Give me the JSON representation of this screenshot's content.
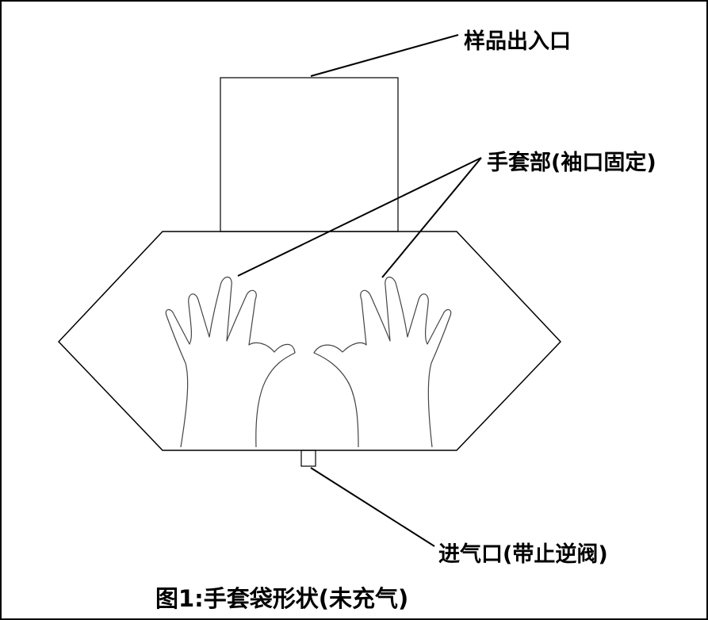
{
  "labels": {
    "sample_port": "样品出入口",
    "glove_part": "手套部(袖口固定)",
    "air_inlet": "进气口(带止逆阀)"
  },
  "caption": "图1:手套袋形状(未充气)",
  "colors": {
    "stroke": "#000000",
    "hand_stroke": "#444444",
    "background": "#ffffff"
  }
}
